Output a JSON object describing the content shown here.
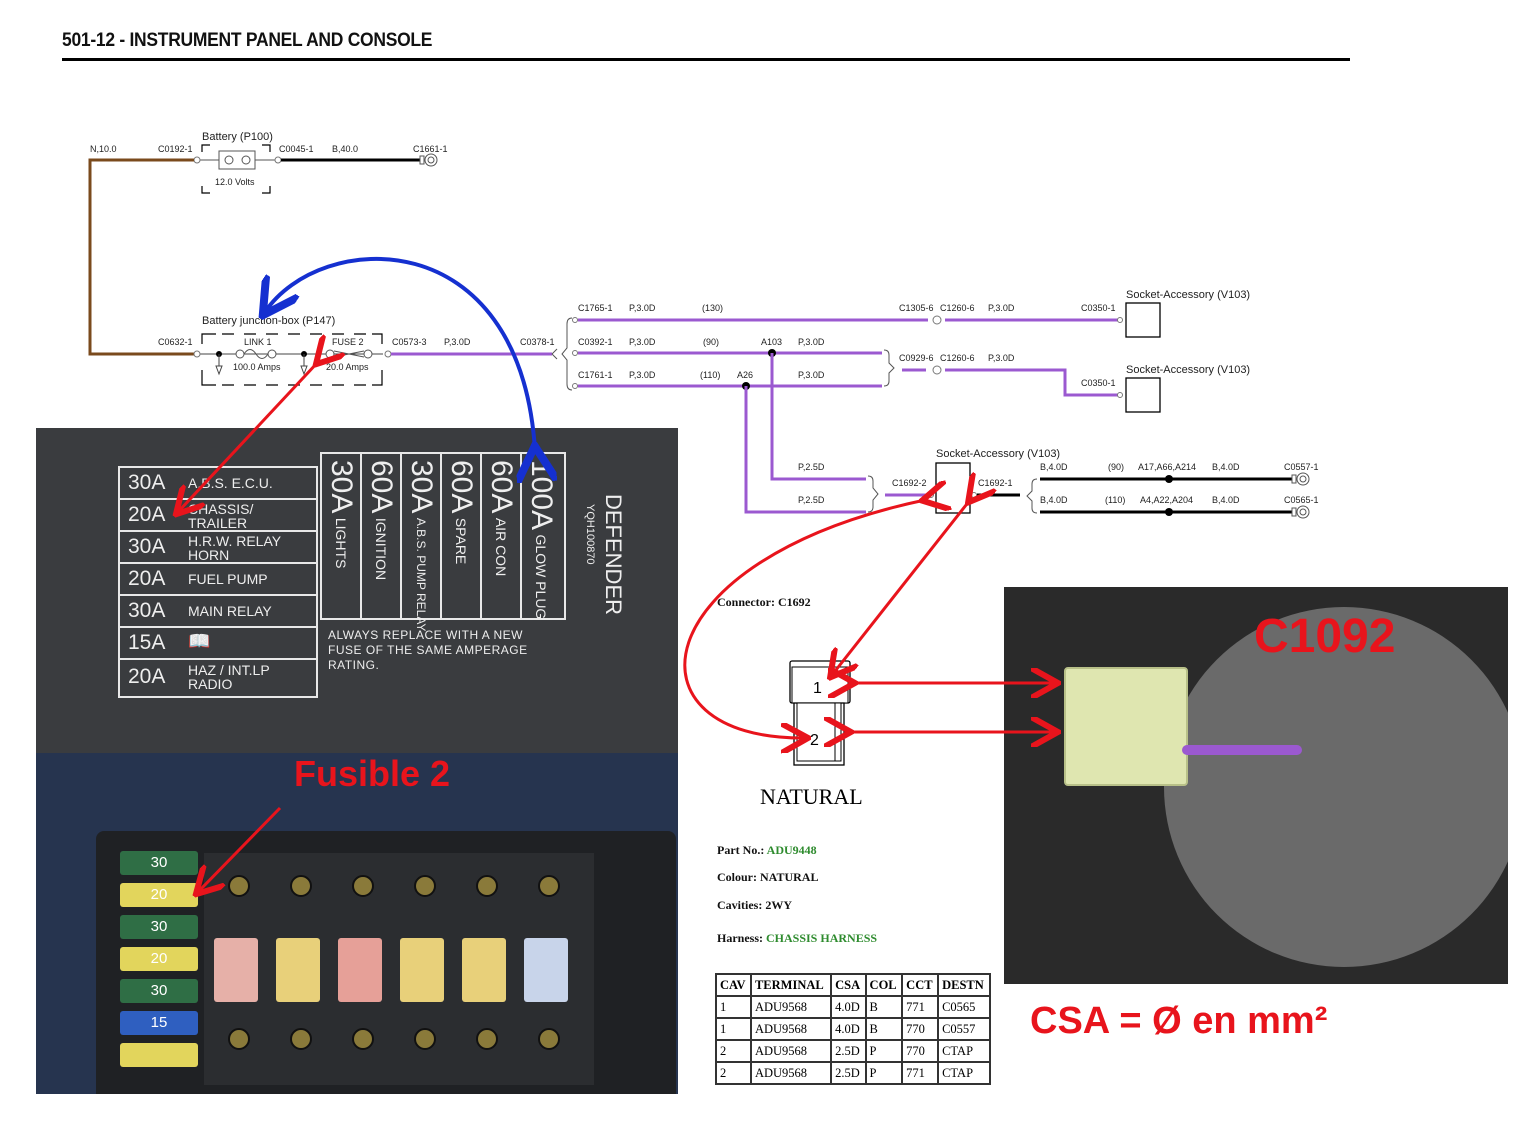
{
  "header": {
    "title": "501-12 - INSTRUMENT PANEL AND CONSOLE"
  },
  "colors": {
    "purple_wire": "#9b59d0",
    "brown_wire": "#7a4a1c",
    "black_wire": "#000000",
    "annotation_red": "#e8141c",
    "annotation_blue": "#1530d0",
    "green_text": "#2e8b2e"
  },
  "battery": {
    "title": "Battery (P100)",
    "voltage": "12.0 Volts",
    "left_wire": "N,10.0",
    "left_conn": "C0192-1",
    "right_conn": "C0045-1",
    "right_wire": "B,40.0",
    "ground_conn": "C1661-1"
  },
  "junction_box": {
    "title": "Battery junction-box (P147)",
    "input_conn": "C0632-1",
    "link_label": "LINK 1",
    "link_rating": "100.0 Amps",
    "fuse_label": "FUSE 2",
    "fuse_rating": "20.0 Amps",
    "output_conn": "C0573-3",
    "output_wire": "P,3.0D",
    "splice_conn": "C0378-1"
  },
  "branches": [
    {
      "conn": "C1765-1",
      "wire": "P,3.0D",
      "circuit": "(130)",
      "inline_a": "C1305-6",
      "inline_b": "C1260-6",
      "wire2": "P,3.0D",
      "end_conn": "C0350-1",
      "device": "Socket-Accessory (V103)"
    },
    {
      "conn": "C0392-1",
      "wire": "P,3.0D",
      "circuit": "(90)",
      "splice": "A103",
      "wire2": "P,3.0D",
      "inline_a": "C0929-6",
      "inline_b": "C1260-6",
      "wire3": "P,3.0D",
      "end_conn": "C0350-1",
      "device": "Socket-Accessory (V103)"
    },
    {
      "conn": "C1761-1",
      "wire": "P,3.0D",
      "circuit": "(110)",
      "splice": "A26",
      "wire2": "P,3.0D"
    }
  ],
  "socket3": {
    "device": "Socket-Accessory (V103)",
    "feed_wire_1": "P,2.5D",
    "feed_wire_2": "P,2.5D",
    "in_conn": "C1692-2",
    "out_conn": "C1692-1",
    "grounds": [
      {
        "wire": "B,4.0D",
        "circuit": "(90)",
        "splices": "A17,A66,A214",
        "wire2": "B,4.0D",
        "end_conn": "C0557-1"
      },
      {
        "wire": "B,4.0D",
        "circuit": "(110)",
        "splices": "A4,A22,A204",
        "wire2": "B,4.0D",
        "end_conn": "C0565-1"
      }
    ]
  },
  "fuse_lid": {
    "left_rows": [
      {
        "amp": "30A",
        "name": "A.B.S. E.C.U."
      },
      {
        "amp": "20A",
        "name": "CHASSIS/ TRAILER"
      },
      {
        "amp": "30A",
        "name": "H.R.W. RELAY HORN"
      },
      {
        "amp": "20A",
        "name": "FUEL PUMP"
      },
      {
        "amp": "30A",
        "name": "MAIN RELAY"
      },
      {
        "amp": "15A",
        "name": "book-icon"
      },
      {
        "amp": "20A",
        "name": "HAZ / INT.LP RADIO"
      }
    ],
    "maxi_cols": [
      {
        "amp": "30A",
        "name": "LIGHTS"
      },
      {
        "amp": "60A",
        "name": "IGNITION"
      },
      {
        "amp": "30A",
        "name": "A.B.S. PUMP RELAY"
      },
      {
        "amp": "60A",
        "name": "SPARE"
      },
      {
        "amp": "60A",
        "name": "AIR CON"
      },
      {
        "amp": "100A",
        "name": "GLOW PLUG"
      }
    ],
    "warning": "ALWAYS REPLACE WITH A NEW FUSE OF THE SAME AMPERAGE RATING.",
    "brand": "DEFENDER",
    "part_code": "YQH100870"
  },
  "fuse_box": {
    "annotation": "Fusible 2",
    "mini_fuses": [
      "30",
      "20",
      "30",
      "20",
      "30",
      "15",
      ""
    ],
    "mini_fuse_colors": [
      "#2f6e45",
      "#e2d55c",
      "#2f6e45",
      "#e2d55c",
      "#2f6e45",
      "#2f5fc0",
      "#e2d55c"
    ],
    "maxi_fuse_colors": [
      "#e6b0a8",
      "#e8d07a",
      "#e6a098",
      "#e8d07a",
      "#e8d07a",
      "#c8d4ea"
    ]
  },
  "connector_spec": {
    "title": "Connector: C1692",
    "cavity_1": "1",
    "cavity_2": "2",
    "colour_label": "NATURAL",
    "part_no_label": "Part No.:",
    "part_no": "ADU9448",
    "colour_line_label": "Colour:",
    "colour": "NATURAL",
    "cavities_label": "Cavities:",
    "cavities": "2WY",
    "harness_label": "Harness:",
    "harness": "CHASSIS HARNESS",
    "table": {
      "headers": [
        "CAV",
        "TERMINAL",
        "CSA",
        "COL",
        "CCT",
        "DESTN"
      ],
      "rows": [
        [
          "1",
          "ADU9568",
          "4.0D",
          "B",
          "771",
          "C0565"
        ],
        [
          "1",
          "ADU9568",
          "4.0D",
          "B",
          "770",
          "C0557"
        ],
        [
          "2",
          "ADU9568",
          "2.5D",
          "P",
          "770",
          "CTAP"
        ],
        [
          "2",
          "ADU9568",
          "2.5D",
          "P",
          "771",
          "CTAP"
        ]
      ]
    }
  },
  "photo_annotations": {
    "connector_label": "C1092",
    "csa_note": "CSA = Ø en mm²"
  }
}
